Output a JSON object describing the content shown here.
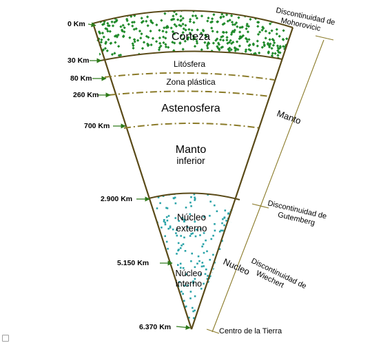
{
  "colors": {
    "outline": "#5a4a18",
    "crust_dots": "#1f8a2a",
    "core_dots": "#2aa3a8",
    "boundary_dash": "#8a7a28",
    "arrow": "#2f7a1a",
    "side_line": "#8a7a28"
  },
  "depths": {
    "d0": "0 Km",
    "d30": "30 Km",
    "d80": "80 Km",
    "d260": "260 Km",
    "d700": "700 Km",
    "d2900": "2.900 Km",
    "d5150": "5.150 Km",
    "d6370": "6.370 Km"
  },
  "layers": {
    "corteza": "Corteza",
    "litosfera": "Litósfera",
    "zona_plastica": "Zona plástica",
    "astenosfera": "Astenosfera",
    "manto_inferior_1": "Manto",
    "manto_inferior_2": "inferior",
    "nucleo_externo_1": "Núcleo",
    "nucleo_externo_2": "externo",
    "nucleo_interno_1": "Núcleo",
    "nucleo_interno_2": "interno"
  },
  "side_labels": {
    "mohorovicic_1": "Discontinuidad de",
    "mohorovicic_2": "Mohorovicic",
    "manto": "Manto",
    "gutemberg_1": "Discontinuidad de",
    "gutemberg_2": "Gutemberg",
    "nucleo": "Nucleo",
    "wiechert_1": "Discontinuidad de",
    "wiechert_2": "Wiechert",
    "centro": "Centro de la Tierra"
  }
}
